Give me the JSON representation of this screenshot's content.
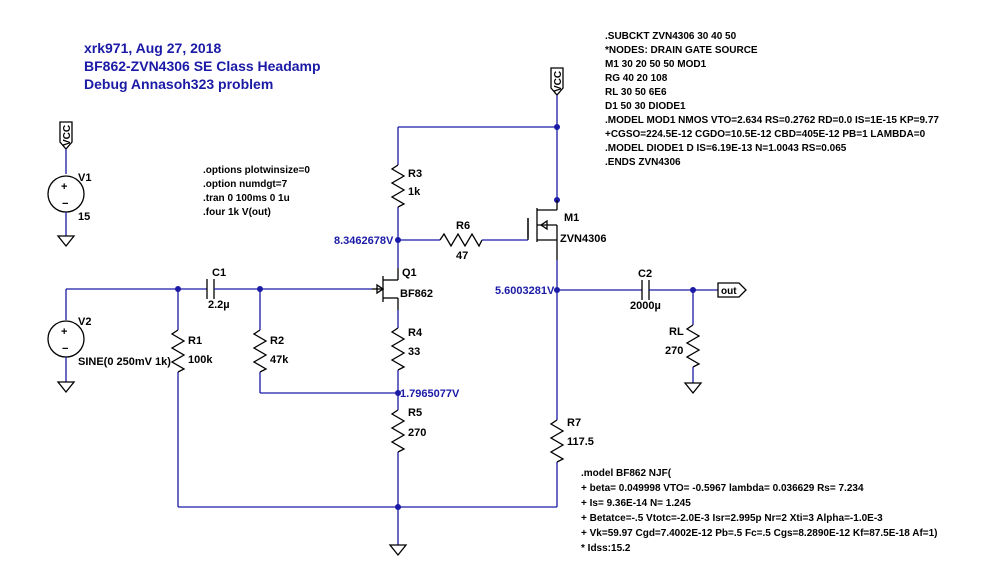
{
  "title_lines": [
    "xrk971, Aug 27, 2018",
    "BF862-ZVN4306 SE Class Headamp",
    "Debug Annasoh323 problem"
  ],
  "directives": [
    ".options plotwinsize=0",
    ".option numdgt=7",
    ".tran 0 100ms 0 1u",
    ".four 1k V(out)"
  ],
  "subckt_lines": [
    ".SUBCKT ZVN4306 30 40 50",
    "*NODES: DRAIN GATE SOURCE",
    "M1 30 20 50 50 MOD1",
    "RG 40 20 108",
    "RL 30 50 6E6",
    "D1 50 30 DIODE1",
    ".MODEL MOD1 NMOS VTO=2.634 RS=0.2762 RD=0.0 IS=1E-15 KP=9.77",
    "+CGSO=224.5E-12 CGDO=10.5E-12 CBD=405E-12 PB=1 LAMBDA=0",
    ".MODEL DIODE1 D IS=6.19E-13 N=1.0043 RS=0.065",
    ".ENDS ZVN4306"
  ],
  "model_lines": [
    ".model BF862 NJF(",
    "+ beta= 0.049998 VTO= -0.5967 lambda= 0.036629 Rs= 7.234",
    "+ Is= 9.36E-14 N= 1.245",
    "+ Betatce=-.5 Vtotc=-2.0E-3 Isr=2.995p Nr=2 Xti=3 Alpha=-1.0E-3",
    "+ Vk=59.97 Cgd=7.4002E-12 Pb=.5 Fc=.5 Cgs=8.2890E-12 Kf=87.5E-18 Af=1)",
    "* Idss:15.2"
  ],
  "components": {
    "v1": {
      "name": "V1",
      "value": "15"
    },
    "v2": {
      "name": "V2",
      "value": "SINE(0 250mV 1k)"
    },
    "c1": {
      "name": "C1",
      "value": "2.2µ"
    },
    "c2": {
      "name": "C2",
      "value": "2000µ"
    },
    "r1": {
      "name": "R1",
      "value": "100k"
    },
    "r2": {
      "name": "R2",
      "value": "47k"
    },
    "r3": {
      "name": "R3",
      "value": "1k"
    },
    "r4": {
      "name": "R4",
      "value": "33"
    },
    "r5": {
      "name": "R5",
      "value": "270"
    },
    "r6": {
      "name": "R6",
      "value": "47"
    },
    "r7": {
      "name": "R7",
      "value": "117.5"
    },
    "rl": {
      "name": "RL",
      "value": "270"
    },
    "q1": {
      "name": "Q1",
      "value": "BF862"
    },
    "m1": {
      "name": "M1",
      "value": "ZVN4306"
    }
  },
  "flags": {
    "vcc": "VCC",
    "out": "out"
  },
  "node_voltages": {
    "drain_q1": "8.3462678V",
    "source_m1": "5.6003281V",
    "source_q1": "1.7965077V"
  }
}
